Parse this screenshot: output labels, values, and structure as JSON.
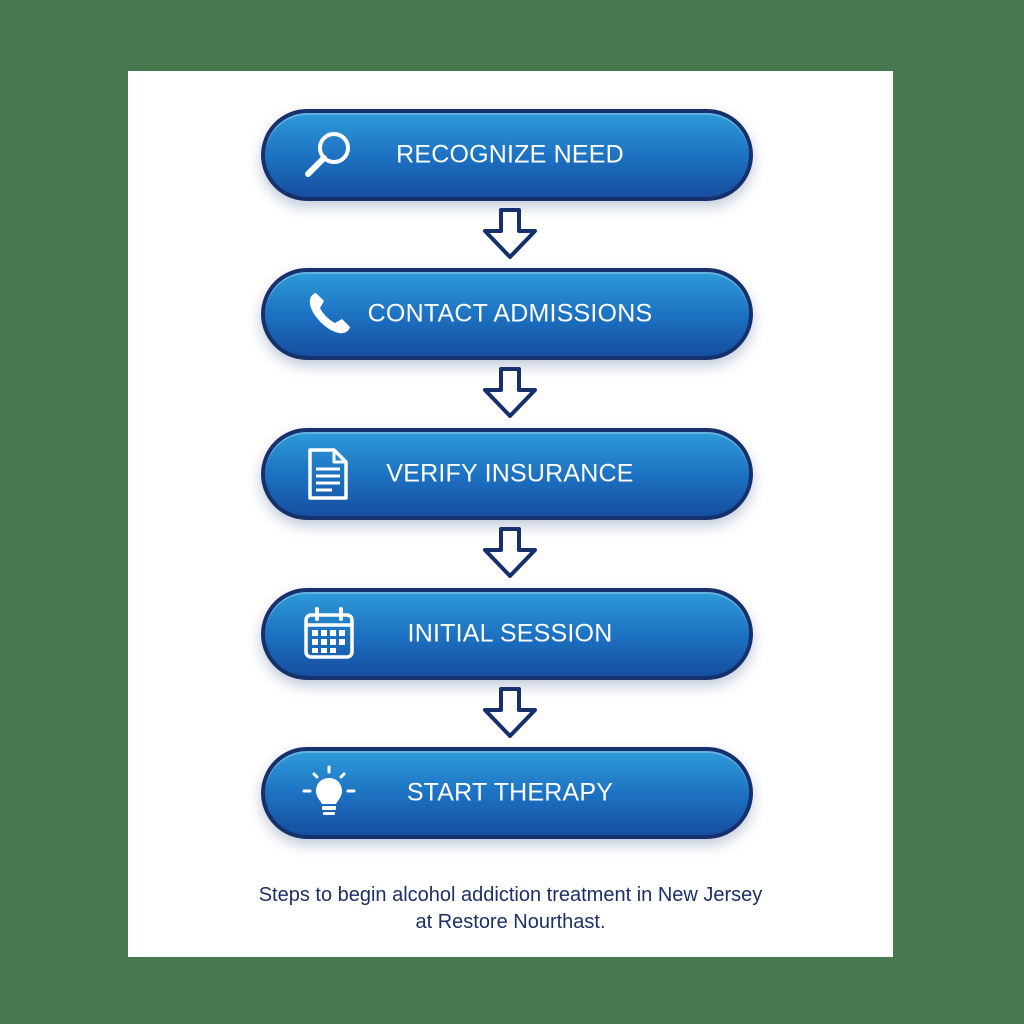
{
  "steps": [
    {
      "label": "RECOGNIZE NEED",
      "icon": "magnifier-icon"
    },
    {
      "label": "CONTACT ADMISSIONS",
      "icon": "phone-icon"
    },
    {
      "label": "VERIFY INSURANCE",
      "icon": "document-icon"
    },
    {
      "label": "INITIAL SESSION",
      "icon": "calendar-icon"
    },
    {
      "label": "START THERAPY",
      "icon": "lightbulb-icon"
    }
  ],
  "caption": {
    "line1": "Steps to begin alcohol addiction treatment in New Jersey",
    "line2": "at Restore Nourthast."
  },
  "colors": {
    "background": "#47784f",
    "card": "#ffffff",
    "step_fill_top": "#2f9ad9",
    "step_fill_bottom": "#174e9e",
    "step_border": "#15306b",
    "arrow_stroke": "#15306b",
    "caption_text": "#1d2f66"
  }
}
